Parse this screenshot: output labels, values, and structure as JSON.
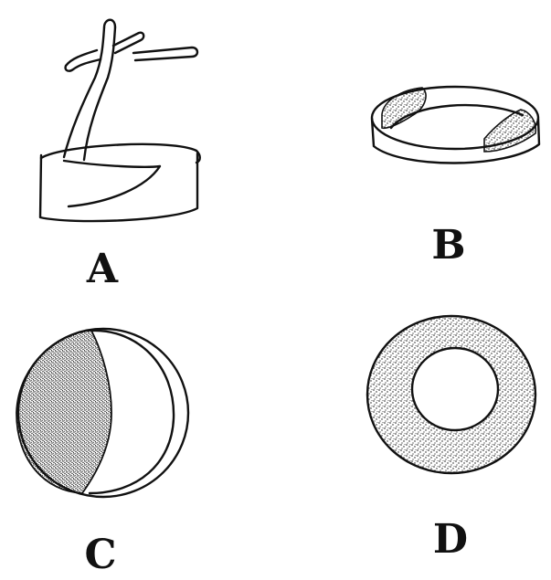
{
  "figure": {
    "ink_color": "#111111",
    "background": "#ffffff",
    "panels": [
      {
        "id": "A",
        "label": "A"
      },
      {
        "id": "B",
        "label": "B"
      },
      {
        "id": "C",
        "label": "C"
      },
      {
        "id": "D",
        "label": "D"
      }
    ]
  }
}
